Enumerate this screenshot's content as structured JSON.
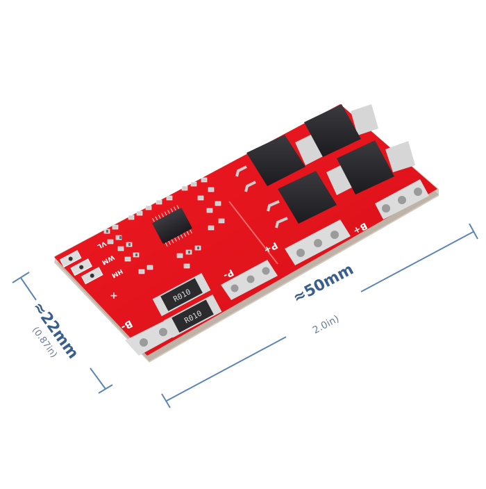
{
  "product": {
    "description": "Red PCB battery protection board with four MOSFETs, one IC and two current-sense resistors",
    "board_color": "#e5141b",
    "pad_color": "#d8d8d8",
    "component_color": "#2a2a2e"
  },
  "dimensions": {
    "width": {
      "main": "≈50mm",
      "sub": "2.0in)"
    },
    "height": {
      "main": "≈22mm",
      "sub": "(0.87in)"
    },
    "line_color": "#5b85b5",
    "text_color": "#3a5f8e"
  },
  "silkscreen": {
    "resistor_1": "R010",
    "resistor_2": "R010",
    "label_b_minus": "B-",
    "label_p_minus": "P-",
    "label_p_plus": "P+",
    "label_b_plus": "B+",
    "label_plus": "+",
    "label_1v": "VL",
    "label_mv": "WM",
    "label_hv": "HM"
  }
}
